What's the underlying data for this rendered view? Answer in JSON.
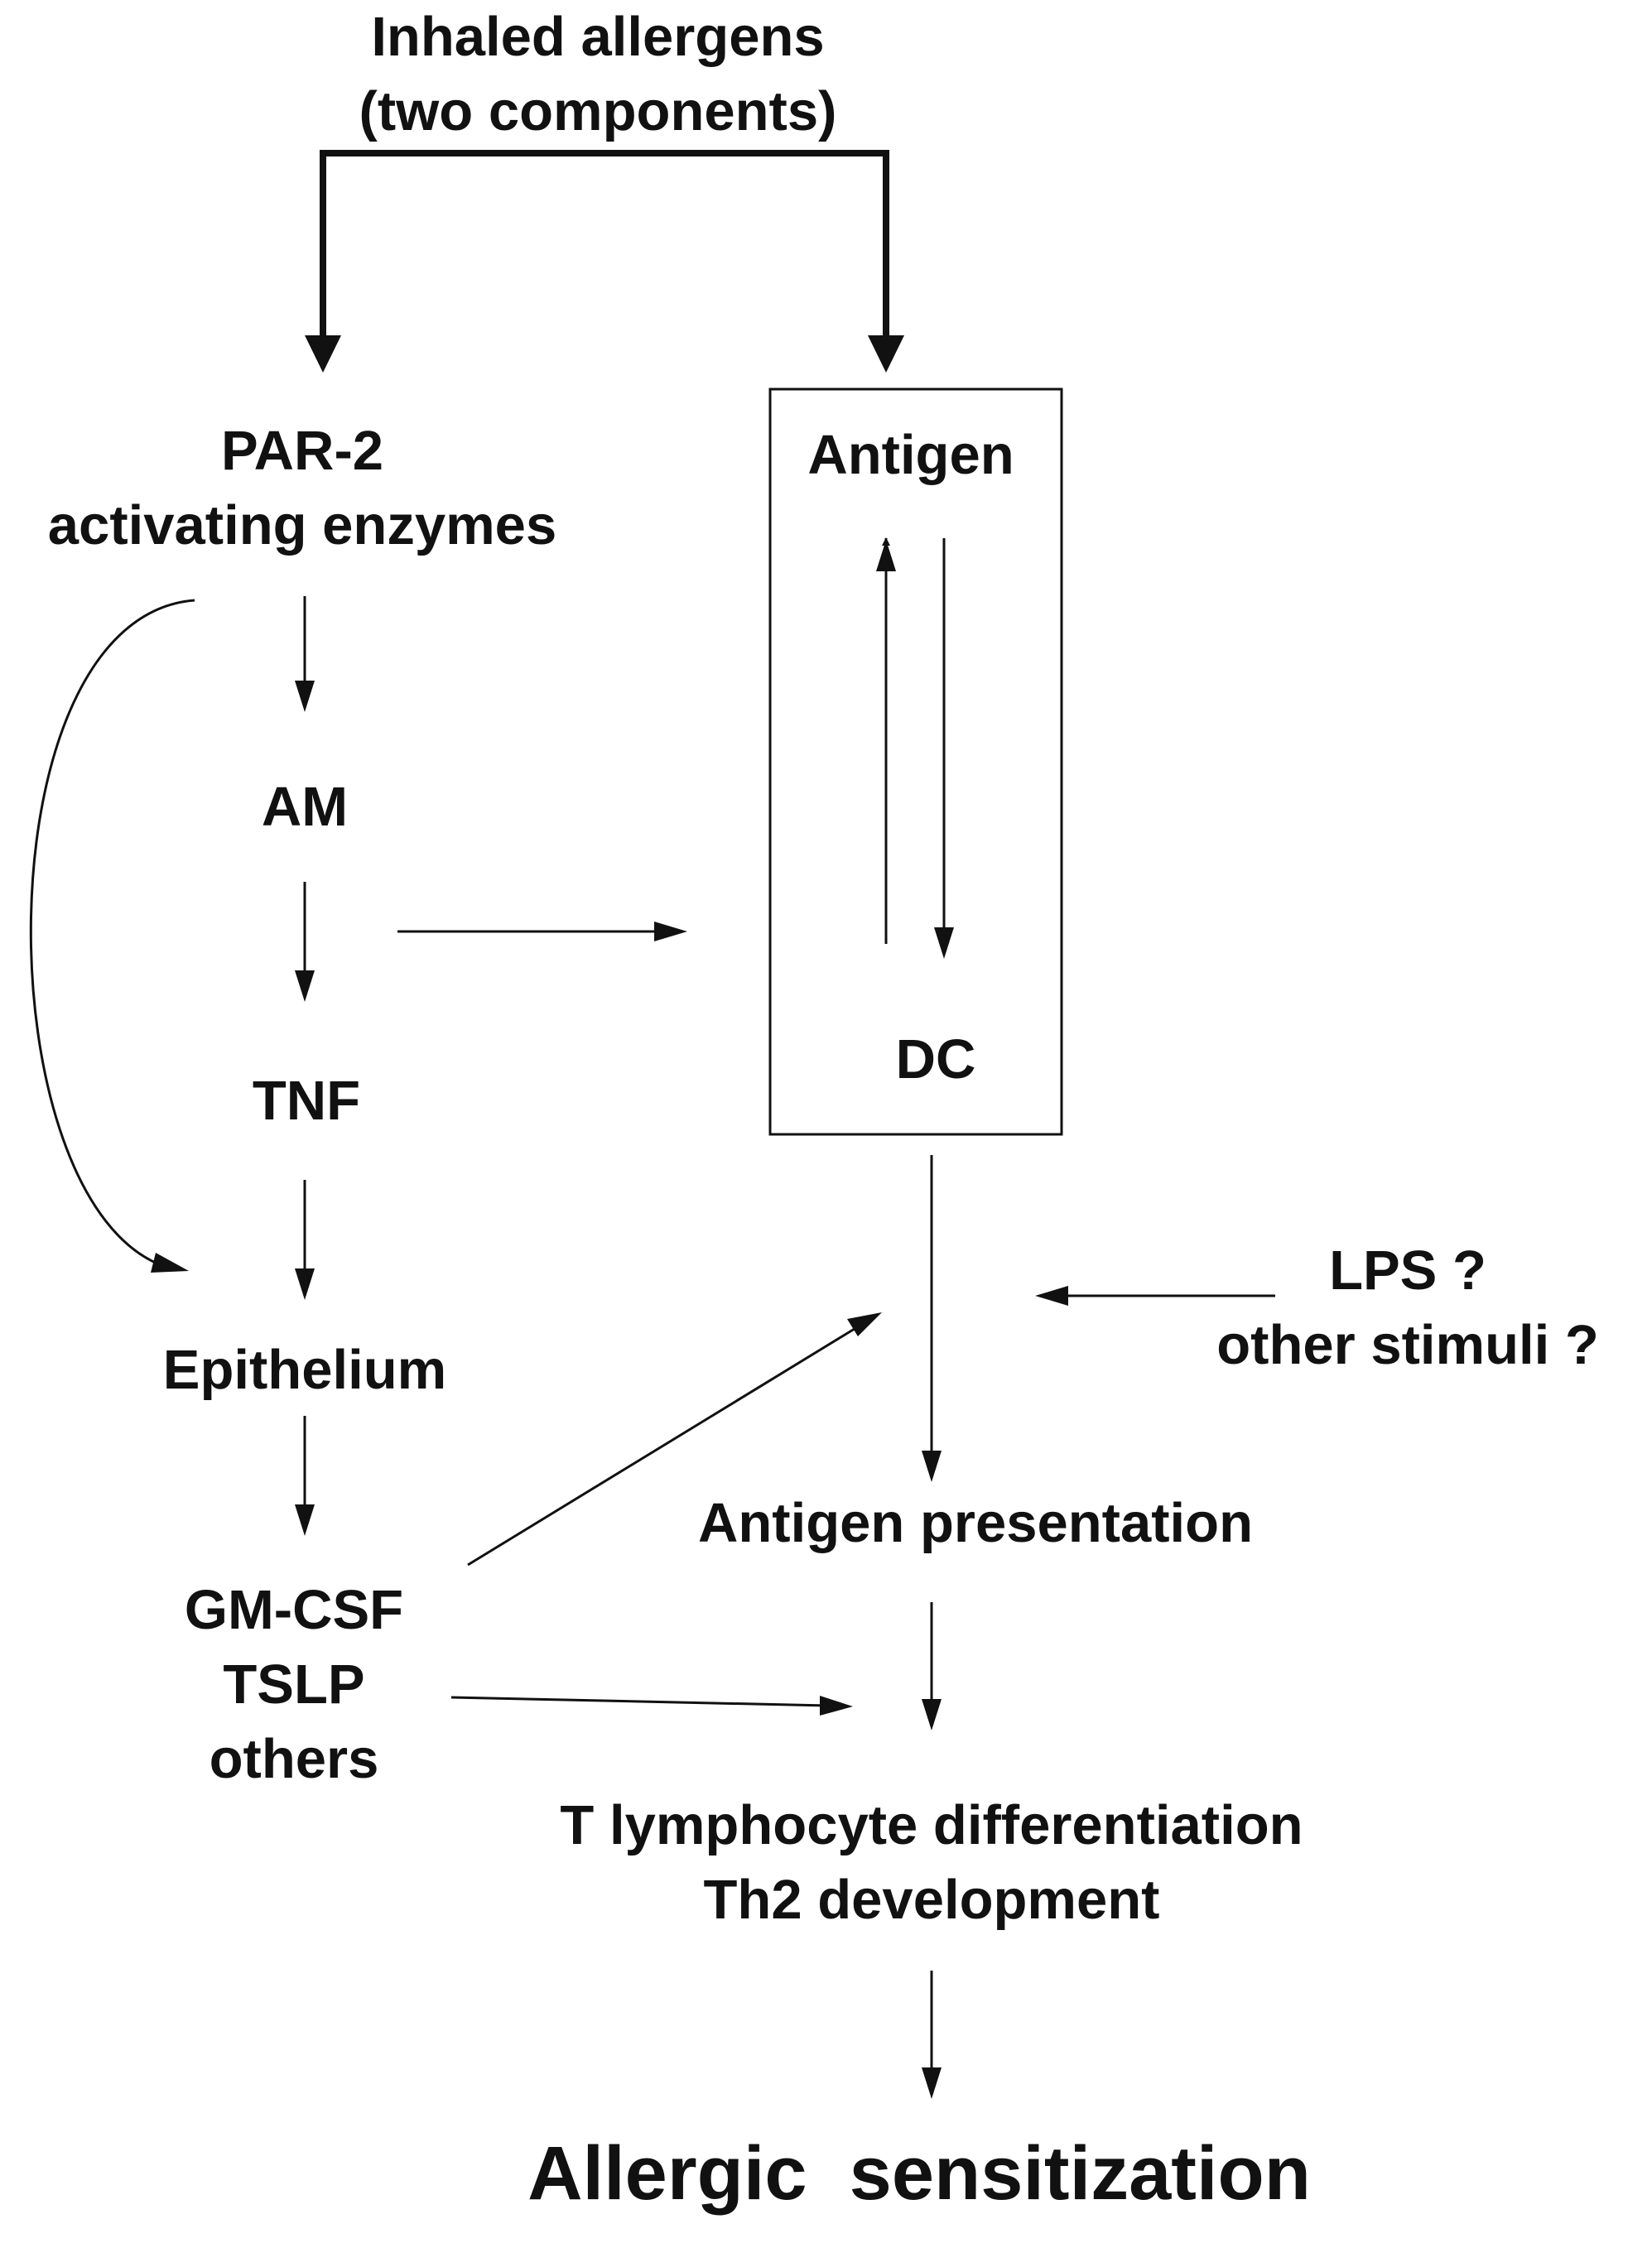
{
  "diagram": {
    "source": [
      "Inhaled allergens",
      "(two components)"
    ],
    "left_chain": {
      "par2": [
        "PAR-2",
        "activating enzymes"
      ],
      "am": "AM",
      "tnf": "TNF",
      "epithelium": "Epithelium",
      "factors": [
        "GM-CSF",
        "TSLP",
        "others"
      ]
    },
    "box": {
      "antigen": "Antigen",
      "dc": "DC"
    },
    "stimuli": [
      "LPS ?",
      "other stimuli  ?"
    ],
    "antigen_presentation": "Antigen presentation",
    "t_cells": [
      "T lymphocyte differentiation",
      "Th2 development"
    ],
    "outcome": "Allergic  sensitization"
  }
}
